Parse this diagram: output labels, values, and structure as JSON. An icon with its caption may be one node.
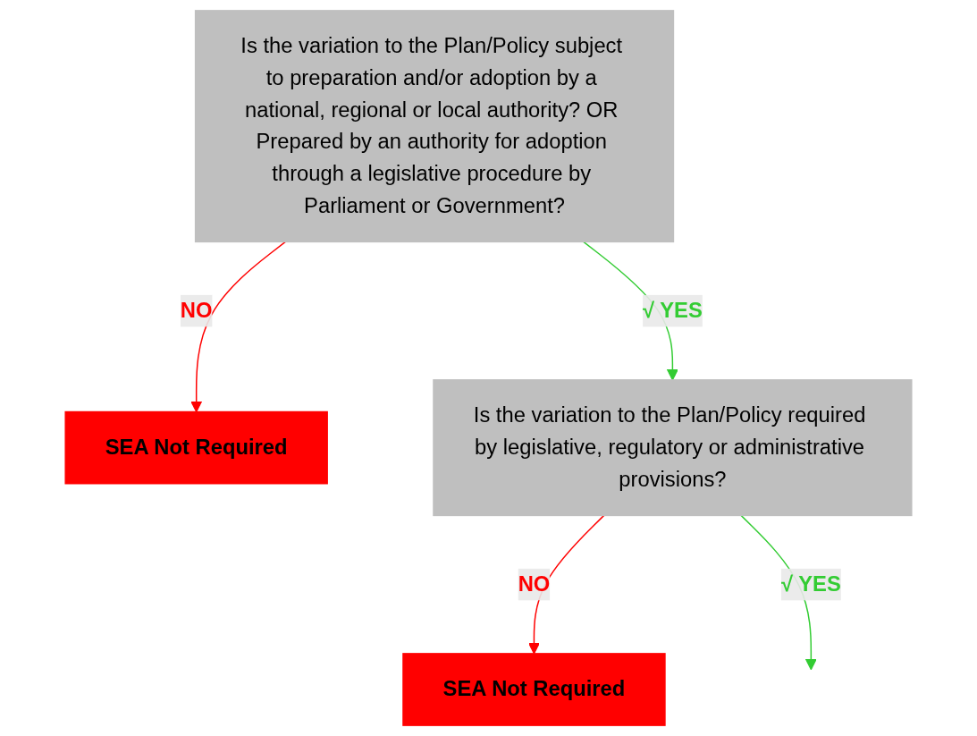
{
  "diagram": {
    "nodes": [
      {
        "text": [
          "Is the variation to the Plan/Policy subject to preparation and/or adoption by a national, regional or local authority? OR Prepared by an authority for adoption through a legislative procedure by Parliament or Government?"
        ]
      },
      {
        "text": [
          "SEA Not Required"
        ]
      },
      {
        "text": [
          "Is the variation to the Plan/Policy required by legislative, regulatory or administrative provisions?"
        ]
      },
      {
        "text": [
          "SEA Not Required"
        ]
      }
    ],
    "edges": [
      {
        "from": 0,
        "to": 1,
        "arrow": "to",
        "label": "NO",
        "color": "#ff0000"
      },
      {
        "from": 0,
        "to": 2,
        "arrow": "to",
        "label": "√ YES",
        "color": "#33cc33"
      },
      {
        "from": 2,
        "to": 3,
        "arrow": "to",
        "label": "NO",
        "color": "#ff0000"
      },
      {
        "from": 2,
        "to": null,
        "arrow": "to",
        "label": "√ YES",
        "color": "#33cc33"
      }
    ]
  }
}
